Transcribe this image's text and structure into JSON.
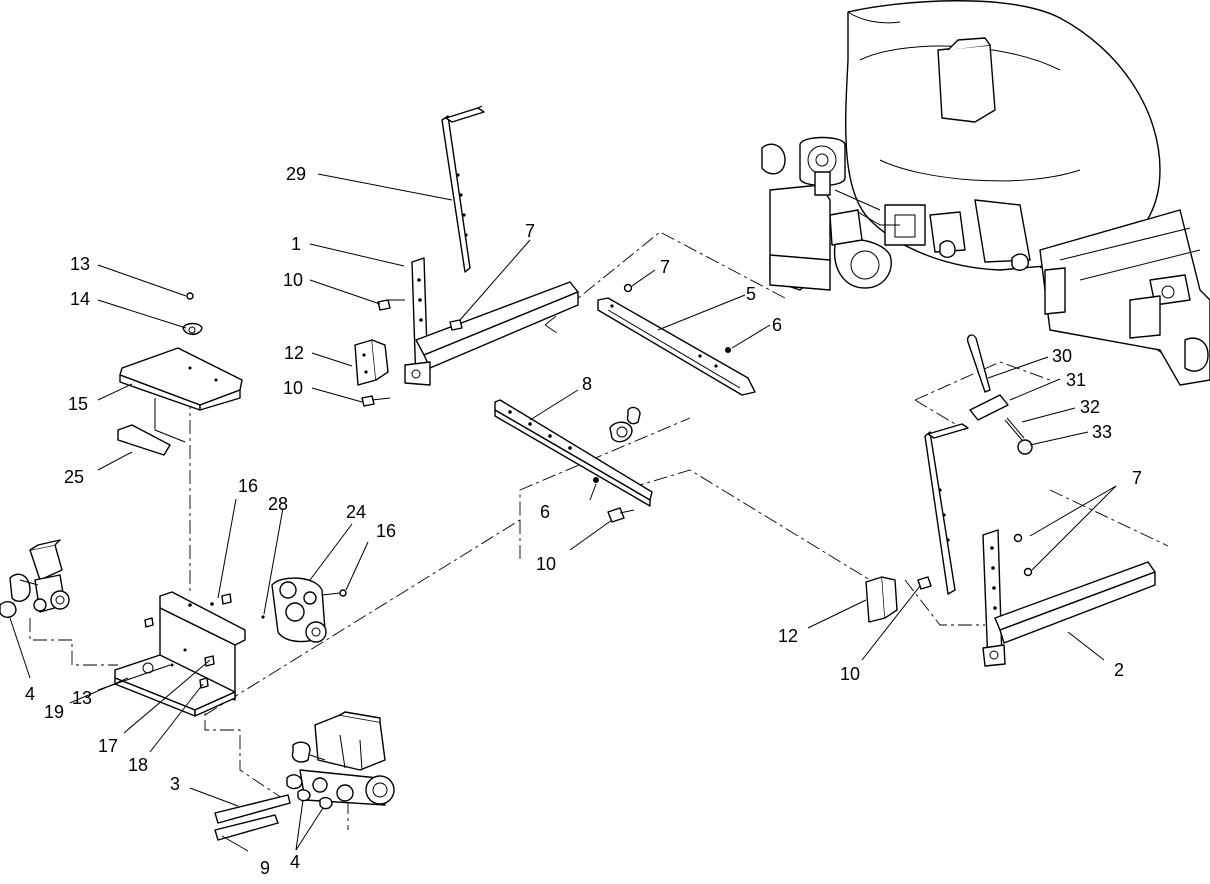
{
  "callouts": [
    {
      "id": "c29a",
      "label": "29"
    },
    {
      "id": "c1",
      "label": "1"
    },
    {
      "id": "c7a",
      "label": "7"
    },
    {
      "id": "c13a",
      "label": "13"
    },
    {
      "id": "c10a",
      "label": "10"
    },
    {
      "id": "c14",
      "label": "14"
    },
    {
      "id": "c7b",
      "label": "7"
    },
    {
      "id": "c5",
      "label": "5"
    },
    {
      "id": "c6a",
      "label": "6"
    },
    {
      "id": "c12a",
      "label": "12"
    },
    {
      "id": "c15",
      "label": "15"
    },
    {
      "id": "c10b",
      "label": "10"
    },
    {
      "id": "c8",
      "label": "8"
    },
    {
      "id": "c30",
      "label": "30"
    },
    {
      "id": "c31",
      "label": "31"
    },
    {
      "id": "c32",
      "label": "32"
    },
    {
      "id": "c33",
      "label": "33"
    },
    {
      "id": "c25",
      "label": "25"
    },
    {
      "id": "c7c",
      "label": "7"
    },
    {
      "id": "c16a",
      "label": "16"
    },
    {
      "id": "c28",
      "label": "28"
    },
    {
      "id": "c24",
      "label": "24"
    },
    {
      "id": "c6b",
      "label": "6"
    },
    {
      "id": "c16b",
      "label": "16"
    },
    {
      "id": "c10c",
      "label": "10"
    },
    {
      "id": "c12b",
      "label": "12"
    },
    {
      "id": "c2",
      "label": "2"
    },
    {
      "id": "c10d",
      "label": "10"
    },
    {
      "id": "c4a",
      "label": "4"
    },
    {
      "id": "c19",
      "label": "19"
    },
    {
      "id": "c13b",
      "label": "13"
    },
    {
      "id": "c17",
      "label": "17"
    },
    {
      "id": "c18",
      "label": "18"
    },
    {
      "id": "c3",
      "label": "3"
    },
    {
      "id": "c9",
      "label": "9"
    },
    {
      "id": "c4b",
      "label": "4"
    }
  ]
}
